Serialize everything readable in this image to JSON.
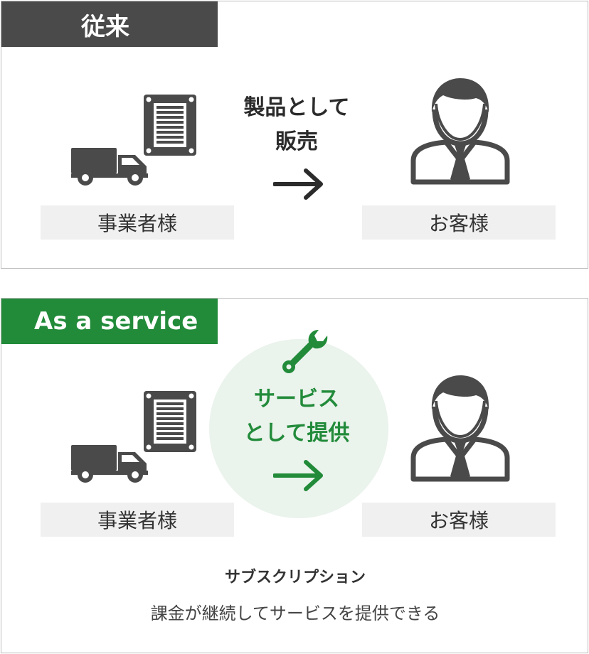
{
  "traditional": {
    "tag": "従来",
    "business_label": "事業者様",
    "customer_label": "お客様",
    "action_line1": "製品として",
    "action_line2": "販売"
  },
  "service": {
    "tag": "As a service",
    "business_label": "事業者様",
    "customer_label": "お客様",
    "action_line1": "サービス",
    "action_line2": "として提供",
    "caption_title": "サブスクリプション",
    "caption_sub": "課金が継続してサービスを提供できる"
  },
  "colors": {
    "dark_gray": "#4a4a4a",
    "green": "#228b3a",
    "light_green": "#eaf3ec",
    "label_bg": "#f0f0f0"
  },
  "icons": [
    "product-panel-icon",
    "truck-icon",
    "customer-person-icon",
    "arrow-right-icon",
    "wrench-icon"
  ]
}
